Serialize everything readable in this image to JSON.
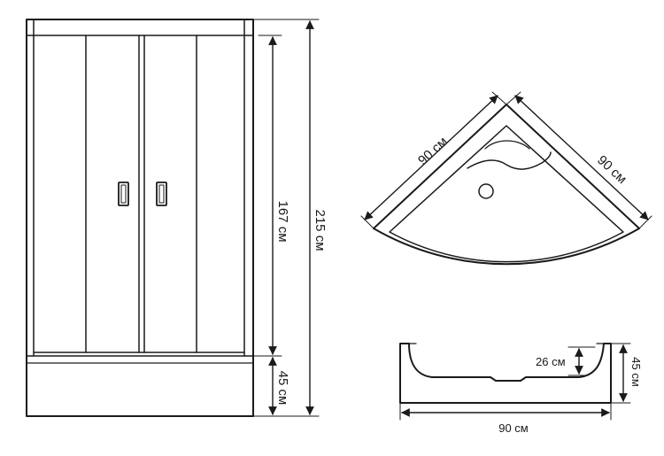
{
  "front_view": {
    "height_total": "215 см",
    "height_cabin": "167 см",
    "height_tray": "45 см"
  },
  "top_view": {
    "side_a": "90 см",
    "side_b": "90 см"
  },
  "section_view": {
    "width": "90 см",
    "depth": "26 см",
    "height": "45 см"
  }
}
